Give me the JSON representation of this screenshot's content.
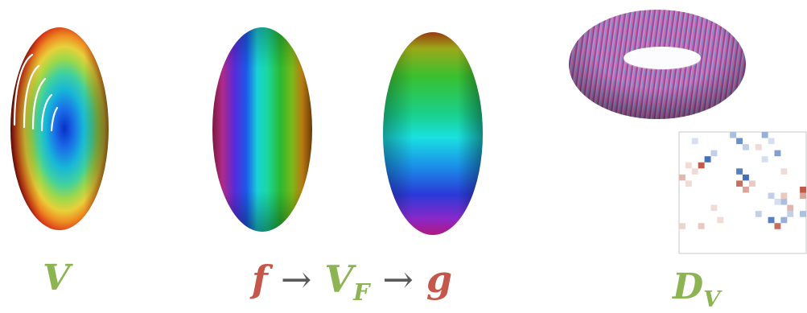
{
  "labels": {
    "v": {
      "main": "V"
    },
    "pipeline": {
      "f": "f",
      "arrow1": "→",
      "v": "V",
      "v_sub": "F",
      "arrow2": "→",
      "g": "g"
    },
    "dv": {
      "main": "D",
      "sub": "V"
    }
  },
  "colors": {
    "label_green": "#8cb453",
    "label_red": "#c4574a",
    "arrow_gray": "#5a5a5a",
    "matrix_red": "#b84a35",
    "matrix_blue": "#2f5fb3"
  },
  "matrix": {
    "grid": 20,
    "cells": [
      {
        "r": 0,
        "c": 8,
        "v": -0.4
      },
      {
        "r": 1,
        "c": 9,
        "v": -0.7
      },
      {
        "r": 2,
        "c": 10,
        "v": -0.3
      },
      {
        "r": 0,
        "c": 13,
        "v": -0.5
      },
      {
        "r": 1,
        "c": 14,
        "v": -0.2
      },
      {
        "r": 3,
        "c": 15,
        "v": -0.6
      },
      {
        "r": 2,
        "c": 12,
        "v": 0.2
      },
      {
        "r": 4,
        "c": 4,
        "v": -0.9
      },
      {
        "r": 5,
        "c": 3,
        "v": 0.9
      },
      {
        "r": 3,
        "c": 5,
        "v": -0.3
      },
      {
        "r": 6,
        "c": 2,
        "v": 0.2
      },
      {
        "r": 6,
        "c": 9,
        "v": -0.8
      },
      {
        "r": 7,
        "c": 10,
        "v": -0.9
      },
      {
        "r": 8,
        "c": 9,
        "v": 0.8
      },
      {
        "r": 9,
        "c": 10,
        "v": 0.5
      },
      {
        "r": 8,
        "c": 11,
        "v": 0.3
      },
      {
        "r": 7,
        "c": 0,
        "v": 0.4
      },
      {
        "r": 8,
        "c": 1,
        "v": 0.2
      },
      {
        "r": 10,
        "c": 14,
        "v": -0.3
      },
      {
        "r": 11,
        "c": 16,
        "v": -0.4
      },
      {
        "r": 12,
        "c": 17,
        "v": 0.4
      },
      {
        "r": 10,
        "c": 16,
        "v": 0.3
      },
      {
        "r": 11,
        "c": 15,
        "v": -0.2
      },
      {
        "r": 13,
        "c": 12,
        "v": -0.3
      },
      {
        "r": 14,
        "c": 14,
        "v": -0.8
      },
      {
        "r": 15,
        "c": 15,
        "v": 0.8
      },
      {
        "r": 14,
        "c": 16,
        "v": -0.5
      },
      {
        "r": 13,
        "c": 17,
        "v": -0.3
      },
      {
        "r": 15,
        "c": 3,
        "v": 0.3
      },
      {
        "r": 14,
        "c": 6,
        "v": 0.2
      },
      {
        "r": 13,
        "c": 19,
        "v": -0.4
      },
      {
        "r": 9,
        "c": 19,
        "v": 0.9
      },
      {
        "r": 10,
        "c": 19,
        "v": 0.5
      },
      {
        "r": 5,
        "c": 1,
        "v": 0.2
      },
      {
        "r": 12,
        "c": 5,
        "v": 0.2
      },
      {
        "r": 1,
        "c": 2,
        "v": -0.2
      },
      {
        "r": 4,
        "c": 13,
        "v": -0.2
      },
      {
        "r": 15,
        "c": 0,
        "v": 0.25
      },
      {
        "r": 6,
        "c": 16,
        "v": 0.2
      }
    ]
  }
}
